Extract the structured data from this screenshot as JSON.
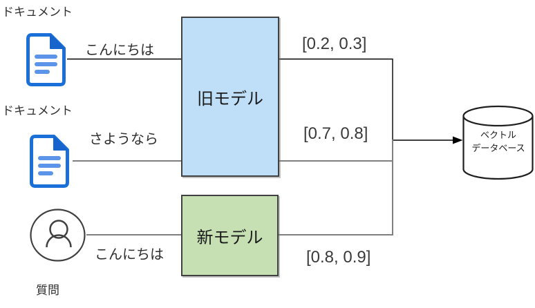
{
  "documents": [
    {
      "label": "ドキュメント",
      "content": "こんにちは",
      "vector": "[0.2, 0.3]"
    },
    {
      "label": "ドキュメント",
      "content": "さようなら",
      "vector": "[0.7, 0.8]"
    }
  ],
  "question": {
    "label": "質問",
    "content": "こんにちは",
    "vector": "[0.8, 0.9]"
  },
  "models": {
    "old": {
      "label": "旧モデル"
    },
    "new": {
      "label": "新モデル"
    }
  },
  "database": {
    "line1": "ベクトル",
    "line2": "データベース"
  },
  "colors": {
    "old-model-fill": "#bedff7",
    "new-model-fill": "#c6e0b4",
    "box-border": "#404040",
    "line-black": "#000000",
    "line-gray": "#7f7f7f",
    "doc-blue": "#1b6fd8",
    "doc-fold": "#1765cc",
    "doc-bar": "#5b94e8",
    "person-stroke": "#404040",
    "db-stroke": "#1f1f1f",
    "text-color": "#2e2e2e",
    "vector-text-color": "#3a3a3a"
  }
}
